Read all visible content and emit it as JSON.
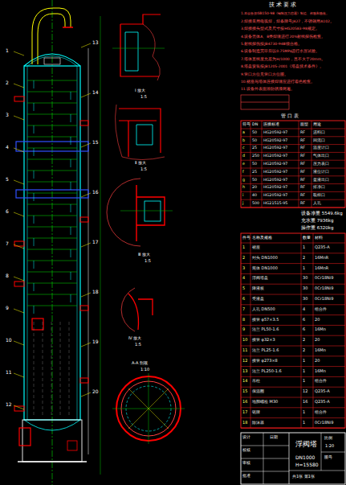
{
  "diagram": {
    "labels": [
      "技 术 要 求",
      "1.本设备按GB150-98《钢制压力容器》制造、检验和验收。",
      "2.焊接采用电弧焊，焊条牌号J427，不锈钢用A102。",
      "3.焊接接头型式及尺寸按HG20583-98规定。",
      "4.设备壳体A、B类焊缝进行20%射线探伤检查。",
      "5.射线探伤按JB4730-94Ⅲ级合格。",
      "6.设备制造完毕后以0.75MPa进行水压试验。",
      "7.塔体直线度允差为H/1000，且不大于20mm。",
      "8.塔盘安装按JB1205-2001《塔盘技术条件》。",
      "9.管口方位见管口方位图。",
      "10.裙座与塔体连接焊缝应进行着色检查。",
      "11.设备外表面涂防锈漆两遍。",
      "管 口 表",
      "符号",
      "DN",
      "连接标准",
      "面型",
      "用途",
      "a",
      "50",
      "HG20592-97",
      "RF",
      "进料口",
      "b",
      "50",
      "HG20592-97",
      "RF",
      "回流口",
      "c",
      "25",
      "HG20592-97",
      "RF",
      "温度计口",
      "d",
      "250",
      "HG20592-97",
      "RF",
      "气体出口",
      "e",
      "50",
      "HG20592-97",
      "RF",
      "压力表口",
      "f",
      "25",
      "HG20592-97",
      "RF",
      "液位计口",
      "g",
      "50",
      "HG20592-97",
      "RF",
      "釜液出口",
      "h",
      "20",
      "HG20592-97",
      "RF",
      "排净口",
      "i",
      "40",
      "HG20592-97",
      "RF",
      "取样口",
      "j",
      "500",
      "HG21515-95",
      "RF",
      "人孔",
      "设备净重 5549.6kg",
      "充水重 7936kg",
      "操作重 6320kg",
      "件号",
      "名称及规格",
      "数量",
      "材料",
      "1",
      "裙座",
      "1",
      "Q235-A",
      "2",
      "封头 DN1000",
      "2",
      "16MnR",
      "3",
      "筒体 DN1000",
      "1",
      "16MnR",
      "4",
      "浮阀塔盘",
      "30",
      "0Cr18Ni9",
      "5",
      "降液板",
      "30",
      "0Cr18Ni9",
      "6",
      "受液盘",
      "30",
      "0Cr18Ni9",
      "7",
      "人孔 DN500",
      "4",
      "组合件",
      "8",
      "接管 φ57×3.5",
      "6",
      "20",
      "9",
      "法兰 PL50-1.6",
      "6",
      "16Mn",
      "10",
      "接管 φ32×3",
      "2",
      "20",
      "11",
      "法兰 PL25-1.6",
      "2",
      "16Mn",
      "12",
      "接管 φ273×8",
      "1",
      "20",
      "13",
      "法兰 PL250-1.6",
      "1",
      "16Mn",
      "14",
      "吊柱",
      "1",
      "组合件",
      "15",
      "保温圈",
      "12",
      "Q235-A",
      "16",
      "地脚螺栓 M30",
      "16",
      "Q235-A",
      "17",
      "铭牌",
      "1",
      "组合件",
      "18",
      "除沫器",
      "1",
      "0Cr18Ni9",
      "设计",
      "校核",
      "审核",
      "批准",
      "日期",
      "浮阀塔",
      "DN1000",
      "H=15580",
      "比例",
      "1:20",
      "图号",
      "共1张 第1张",
      "1",
      "2",
      "3",
      "4",
      "5",
      "6",
      "7",
      "8",
      "9",
      "10",
      "11",
      "12",
      "13",
      "14",
      "15",
      "16",
      "17",
      "18",
      "19",
      "20",
      "Ⅰ 放大",
      "1:5",
      "Ⅱ 放大",
      "1:5",
      "Ⅲ 放大",
      "1:5",
      "Ⅳ 放大",
      "1:5",
      "A-A 剖视",
      "1:10"
    ]
  }
}
